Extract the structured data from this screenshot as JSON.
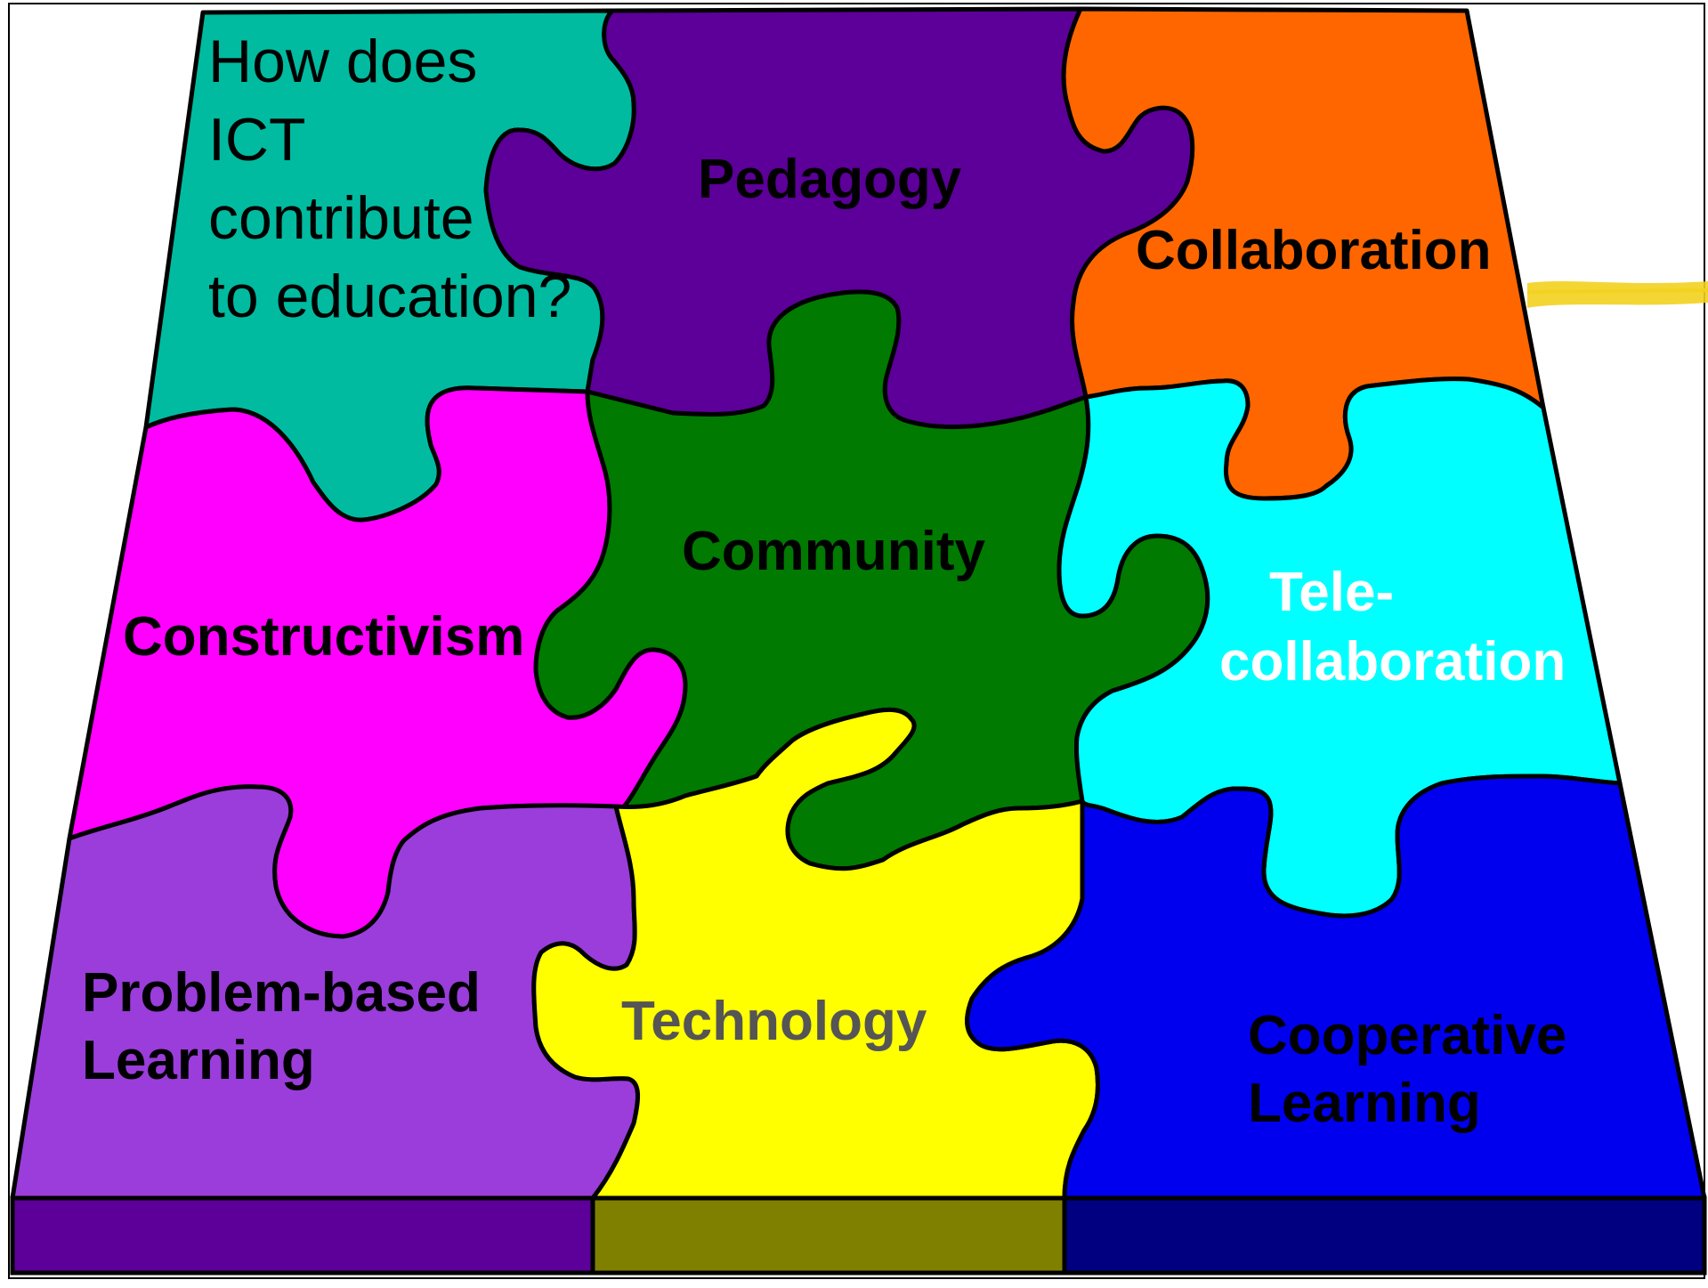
{
  "question": {
    "lines": [
      "How does",
      "ICT",
      "contribute",
      "to education?"
    ]
  },
  "pieces": {
    "pedagogy": {
      "label": "Pedagogy",
      "color": "#5C0099",
      "text_color": "#000000"
    },
    "collaboration": {
      "label": "Collaboration",
      "color": "#FF6600",
      "text_color": "#000000"
    },
    "question_piece": {
      "color": "#00BBA0"
    },
    "constructivism": {
      "label": "Constructivism",
      "color": "#FF00FF",
      "text_color": "#000000"
    },
    "community": {
      "label": "Community",
      "color": "#007A00",
      "text_color": "#000000"
    },
    "tele_collaboration": {
      "lines": [
        "Tele-",
        "collaboration"
      ],
      "color": "#00FFFF",
      "text_color": "#FFFFFF"
    },
    "problem_based_learning": {
      "lines": [
        "Problem-based",
        "Learning"
      ],
      "color": "#9A3DDB",
      "text_color": "#000000"
    },
    "technology": {
      "label": "Technology",
      "color": "#FFFF00",
      "text_color": "#555555"
    },
    "cooperative_learning": {
      "lines": [
        "Cooperative",
        "Learning"
      ],
      "color": "#0000EE",
      "text_color": "#000000"
    }
  },
  "base": {
    "left_color": "#5C0099",
    "middle_color": "#808000",
    "right_color": "#000080"
  },
  "accent": {
    "highlight_stroke": "#F2D21E"
  }
}
